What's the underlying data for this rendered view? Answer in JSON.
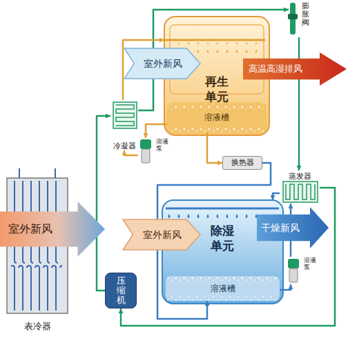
{
  "diagram": {
    "nodes": [
      {
        "text": [
          "膨胀阀"
        ]
      },
      {
        "text": [
          "再生 单元"
        ]
      },
      {
        "text": [
          "溶液槽"
        ],
        "in": 1
      },
      {
        "text": [
          "室外新风"
        ]
      },
      {
        "text": [
          "高温高湿排风"
        ]
      },
      {
        "text": [
          "冷凝器"
        ]
      },
      {
        "text": [
          "溶液泵"
        ]
      },
      {
        "text": [
          "换热器"
        ]
      },
      {
        "text": [
          "蒸发器"
        ]
      },
      {
        "text": [
          "室外新风"
        ]
      },
      {
        "text": [
          "表冷器"
        ]
      },
      {
        "text": [
          "除湿 单元"
        ]
      },
      {
        "text": [
          "溶液槽"
        ],
        "in": 11
      },
      {
        "text": [
          "室外新风"
        ]
      },
      {
        "text": [
          "干燥新风"
        ]
      },
      {
        "text": [
          "溶液泵"
        ]
      },
      {
        "text": [
          "压缩机"
        ]
      }
    ],
    "edges": [
      {
        "from": 16,
        "to": 5,
        "arrow": "to"
      },
      {
        "from": 5,
        "to": 0,
        "arrow": "to"
      },
      {
        "from": 0,
        "to": 8,
        "arrow": "to"
      },
      {
        "from": 8,
        "to": 16,
        "arrow": "to"
      },
      {
        "from": 2,
        "to": 6,
        "arrow": "to"
      },
      {
        "from": 6,
        "to": 5,
        "arrow": "to"
      },
      {
        "from": 5,
        "to": 1,
        "arrow": "to"
      },
      {
        "from": 2,
        "to": 7,
        "arrow": "to"
      },
      {
        "from": 7,
        "to": 12,
        "arrow": "to"
      },
      {
        "from": 12,
        "to": 15,
        "arrow": "to"
      },
      {
        "from": 15,
        "to": 8,
        "arrow": "to"
      },
      {
        "from": 8,
        "to": 11,
        "arrow": "to"
      }
    ]
  }
}
